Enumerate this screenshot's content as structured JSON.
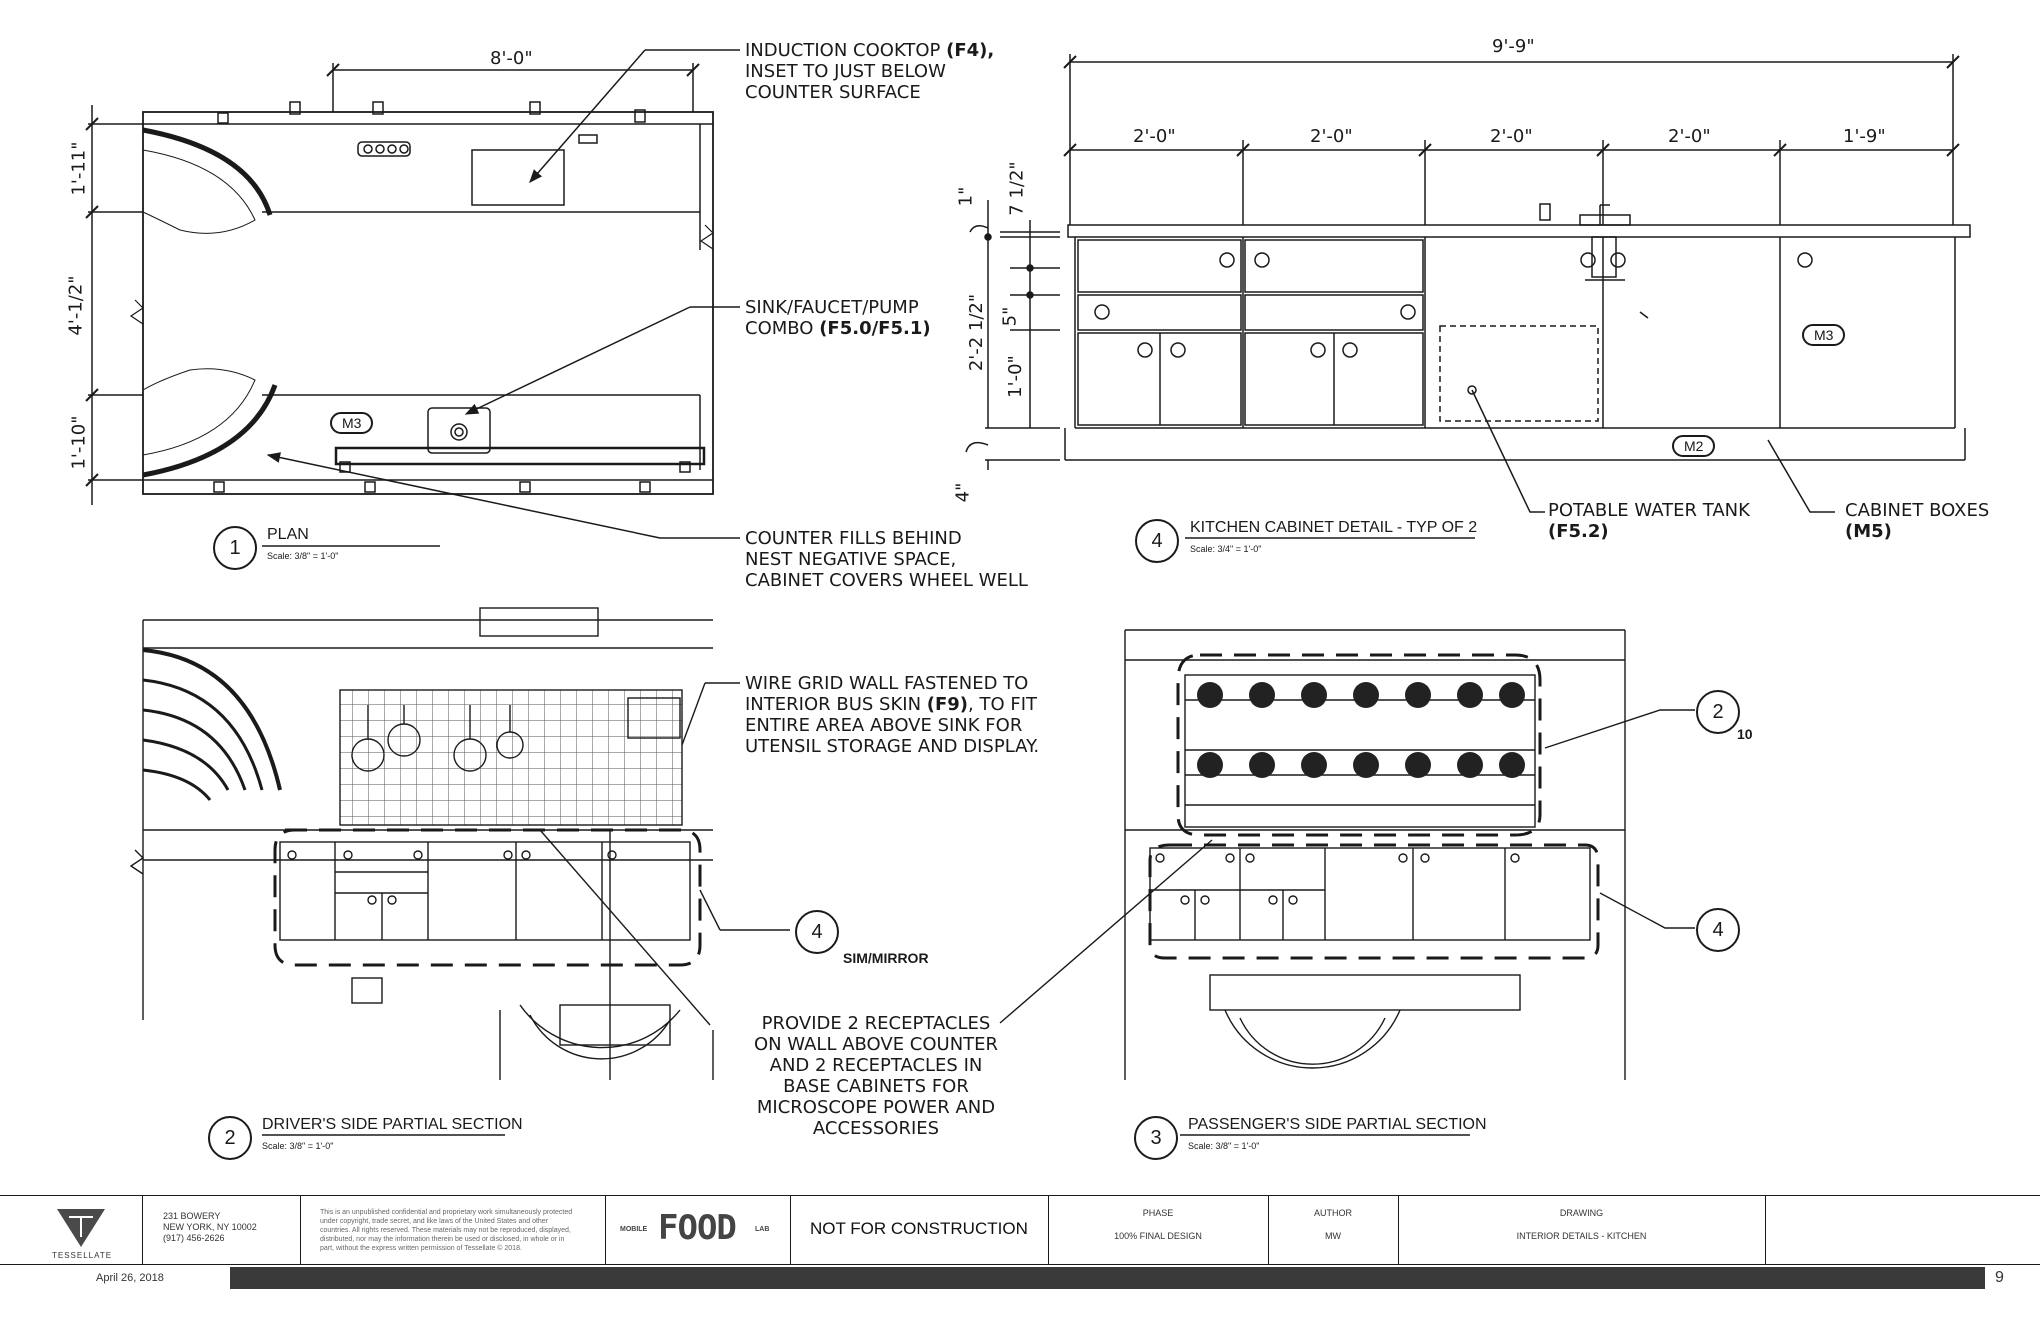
{
  "plan": {
    "dims": {
      "top_width": "8'-0\"",
      "left_top": "1'-11\"",
      "left_mid": "4'-1/2\"",
      "left_bottom": "1'-10\""
    },
    "tag_m3": "M3",
    "view_number": "1",
    "view_title": "PLAN",
    "view_scale": "Scale:  3/8\" = 1'-0\""
  },
  "cabinet_detail": {
    "dims": {
      "overall": "9'-9\"",
      "seg1": "2'-0\"",
      "seg2": "2'-0\"",
      "seg3": "2'-0\"",
      "seg4": "2'-0\"",
      "seg5": "1'-9\"",
      "v_1": "1\"",
      "v_7_1_2": "7 1/2\"",
      "v_2_2_1_2": "2'-2 1/2\"",
      "v_5": "5\"",
      "v_1_0": "1'-0\"",
      "v_4": "4\""
    },
    "tag_m3": "M3",
    "tag_m2": "M2",
    "view_number": "4",
    "view_title": "KITCHEN CABINET DETAIL - TYP OF 2",
    "view_scale": "Scale:  3/4\" = 1'-0\""
  },
  "notes": {
    "induction_line1": "INDUCTION COOKTOP ",
    "induction_ref": "(F4)",
    "induction_line1_end": ",",
    "induction_line2": "INSET TO JUST BELOW",
    "induction_line3": "COUNTER SURFACE",
    "sink_line1": "SINK/FAUCET/PUMP",
    "sink_line2": "COMBO ",
    "sink_ref": "(F5.0/F5.1)",
    "counter_line1": "COUNTER FILLS BEHIND",
    "counter_line2": "NEST NEGATIVE SPACE,",
    "counter_line3": "CABINET COVERS WHEEL WELL",
    "tank_line1": "POTABLE WATER TANK",
    "tank_ref": "(F5.2)",
    "boxes_line1": "CABINET BOXES",
    "boxes_ref": "(M5)",
    "wire_line1": "WIRE GRID WALL FASTENED TO",
    "wire_line2": "INTERIOR BUS SKIN ",
    "wire_ref": "(F9)",
    "wire_line2_end": ", TO FIT",
    "wire_line3": "ENTIRE AREA ABOVE SINK FOR",
    "wire_line4": "UTENSIL STORAGE AND DISPLAY.",
    "recept_line1": "PROVIDE 2 RECEPTACLES",
    "recept_line2": "ON WALL ABOVE COUNTER",
    "recept_line3": "AND 2 RECEPTACLES IN",
    "recept_line4": "BASE CABINETS FOR",
    "recept_line5": "MICROSCOPE POWER AND",
    "recept_line6": "ACCESSORIES"
  },
  "driver_section": {
    "view_number": "2",
    "view_title": "DRIVER'S SIDE PARTIAL SECTION",
    "view_scale": "Scale:  3/8\" = 1'-0\"",
    "ref_bubble": "4",
    "ref_note": "SIM/MIRROR"
  },
  "passenger_section": {
    "view_number": "3",
    "view_title": "PASSENGER'S SIDE PARTIAL SECTION",
    "view_scale": "Scale:  3/8\" = 1'-0\"",
    "ref_bubble_a": "2",
    "ref_bubble_a_sheet": "10",
    "ref_bubble_b": "4"
  },
  "title_block": {
    "firm": "TESSELLATE",
    "address_line1": "231 BOWERY",
    "address_line2": "NEW YORK, NY 10002",
    "address_line3": "(917) 456-2626",
    "legal_line1": "This is an unpublished confidential and proprietary work simultaneously protected",
    "legal_line2": "under copyright, trade secret, and like laws of the United States and other",
    "legal_line3": "countries. All rights reserved. These materials may not be reproduced, displayed,",
    "legal_line4": "distributed, nor may the information therein be used or disclosed, in whole or in",
    "legal_line5": "part, without the express written permission of Tessellate © 2018.",
    "logo_small": "MOBILE",
    "logo_big": "FOOD",
    "logo_lab": "LAB",
    "status": "NOT FOR CONSTRUCTION",
    "phase_label": "PHASE",
    "phase_value": "100% FINAL DESIGN",
    "author_label": "AUTHOR",
    "author_value": "MW",
    "drawing_label": "DRAWING",
    "drawing_value": "INTERIOR DETAILS - KITCHEN",
    "date": "April 26, 2018",
    "page": "9"
  }
}
